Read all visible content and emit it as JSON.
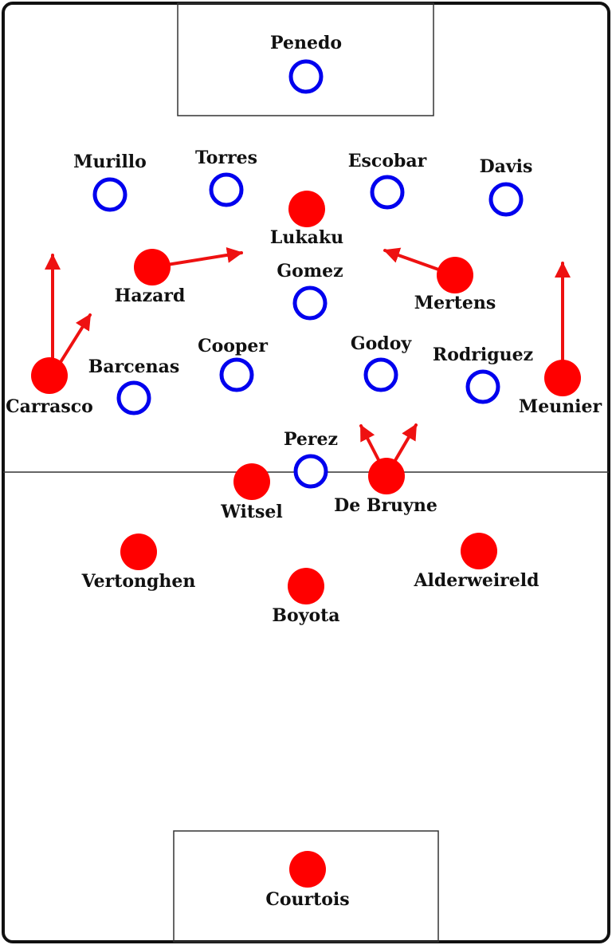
{
  "colors": {
    "home": "#ff0000",
    "away": "#0000ee",
    "lines": "#222222",
    "arrow": "#ee1111"
  },
  "away_players": [
    {
      "key": "penedo",
      "name": "Penedo"
    },
    {
      "key": "murillo",
      "name": "Murillo"
    },
    {
      "key": "torres",
      "name": "Torres"
    },
    {
      "key": "escobar",
      "name": "Escobar"
    },
    {
      "key": "davis",
      "name": "Davis"
    },
    {
      "key": "gomez",
      "name": "Gomez"
    },
    {
      "key": "cooper",
      "name": "Cooper"
    },
    {
      "key": "godoy",
      "name": "Godoy"
    },
    {
      "key": "barcenas",
      "name": "Barcenas"
    },
    {
      "key": "rodriguez",
      "name": "Rodriguez"
    },
    {
      "key": "perez",
      "name": "Perez"
    }
  ],
  "home_players": [
    {
      "key": "lukaku",
      "name": "Lukaku"
    },
    {
      "key": "hazard",
      "name": "Hazard"
    },
    {
      "key": "mertens",
      "name": "Mertens"
    },
    {
      "key": "carrasco",
      "name": "Carrasco"
    },
    {
      "key": "meunier",
      "name": "Meunier"
    },
    {
      "key": "witsel",
      "name": "Witsel"
    },
    {
      "key": "de-bruyne",
      "name": "De Bruyne"
    },
    {
      "key": "vertonghen",
      "name": "Vertonghen"
    },
    {
      "key": "alderweireld",
      "name": "Alderweireld"
    },
    {
      "key": "boyota",
      "name": "Boyota"
    },
    {
      "key": "courtois",
      "name": "Courtois"
    }
  ]
}
